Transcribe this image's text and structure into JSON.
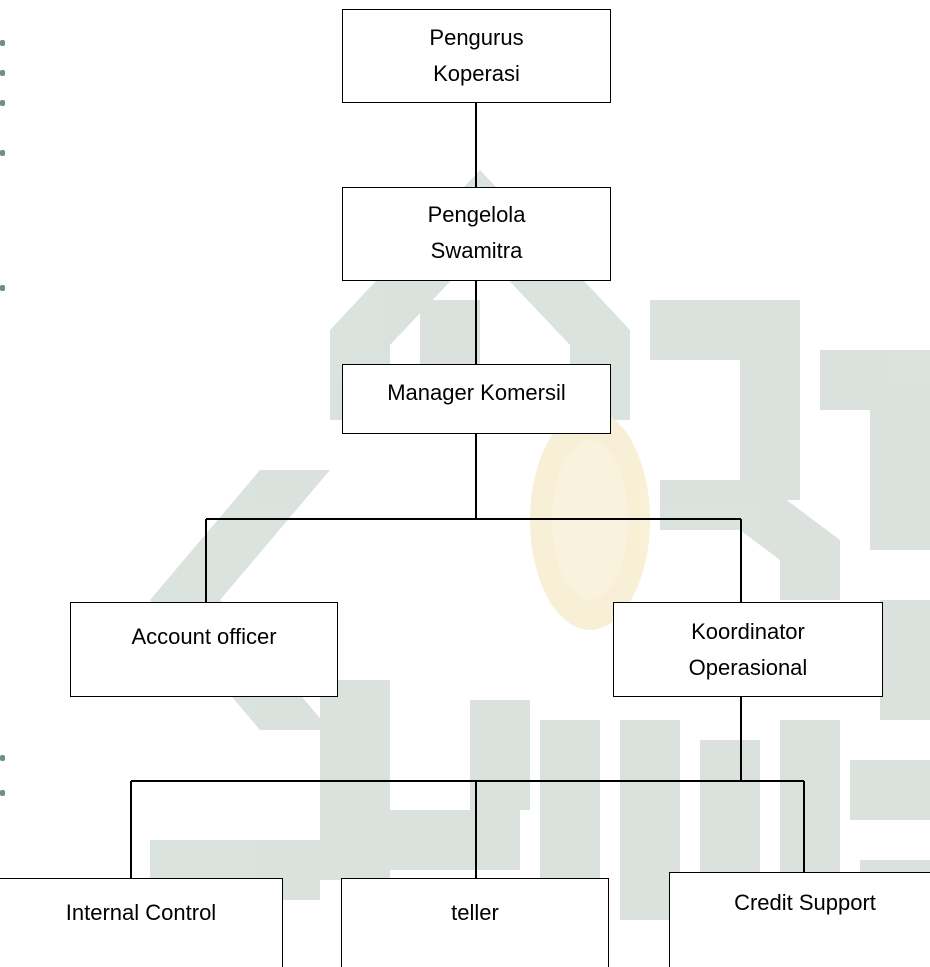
{
  "colors": {
    "box_border": "#000000",
    "connector": "#000000",
    "watermark_green": "#cfd9d2",
    "watermark_gold": "#f6efd4"
  },
  "nodes": {
    "pengurus_koperasi": {
      "lines": [
        "Pengurus",
        "Koperasi"
      ]
    },
    "pengelola_swamitra": {
      "lines": [
        "Pengelola",
        "Swamitra"
      ]
    },
    "manager_komersil": {
      "lines": [
        "Manager Komersil"
      ]
    },
    "account_officer": {
      "lines": [
        "Account officer"
      ]
    },
    "koordinator_operasional": {
      "lines": [
        "Koordinator",
        "Operasional"
      ]
    },
    "internal_control": {
      "lines": [
        "Internal Control"
      ]
    },
    "teller": {
      "lines": [
        "teller"
      ]
    },
    "credit_support": {
      "lines": [
        "Credit Support"
      ]
    }
  }
}
